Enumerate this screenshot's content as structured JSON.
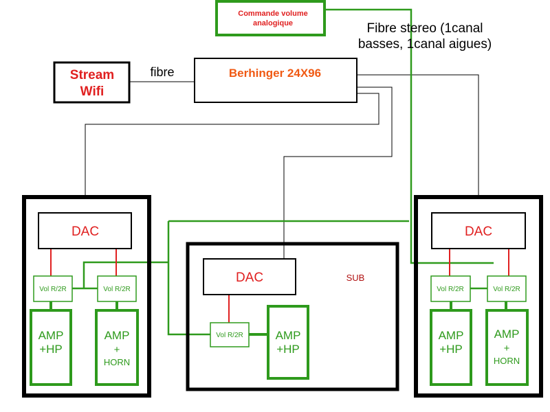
{
  "colors": {
    "red": "#e02020",
    "orange": "#f05a14",
    "green": "#2e9a1c",
    "black": "#000000",
    "darkred": "#b01010"
  },
  "diagram": {
    "volume_control": {
      "line1": "Commande volume",
      "line2": "analogique"
    },
    "fiber_note": {
      "line1": "Fibre stereo (1canal",
      "line2": "basses, 1canal aigues)"
    },
    "stream": {
      "line1": "Stream",
      "line2": "Wifi"
    },
    "fibre_label": "fibre",
    "behringer": "Berhinger 24X96",
    "sub_label": "SUB",
    "left": {
      "dac": "DAC",
      "vol1": "Vol R/2R",
      "vol2": "Vol R/2R",
      "amp1": {
        "line1": "AMP",
        "line2": "+HP"
      },
      "amp2": {
        "line1": "AMP",
        "line2": "+",
        "line3": "HORN"
      }
    },
    "center": {
      "dac": "DAC",
      "vol": "Vol R/2R",
      "amp": {
        "line1": "AMP",
        "line2": "+HP"
      }
    },
    "right": {
      "dac": "DAC",
      "vol1": "Vol R/2R",
      "vol2": "Vol R/2R",
      "amp1": {
        "line1": "AMP",
        "line2": "+HP"
      },
      "amp2": {
        "line1": "AMP",
        "line2": "+",
        "line3": "HORN"
      }
    }
  }
}
